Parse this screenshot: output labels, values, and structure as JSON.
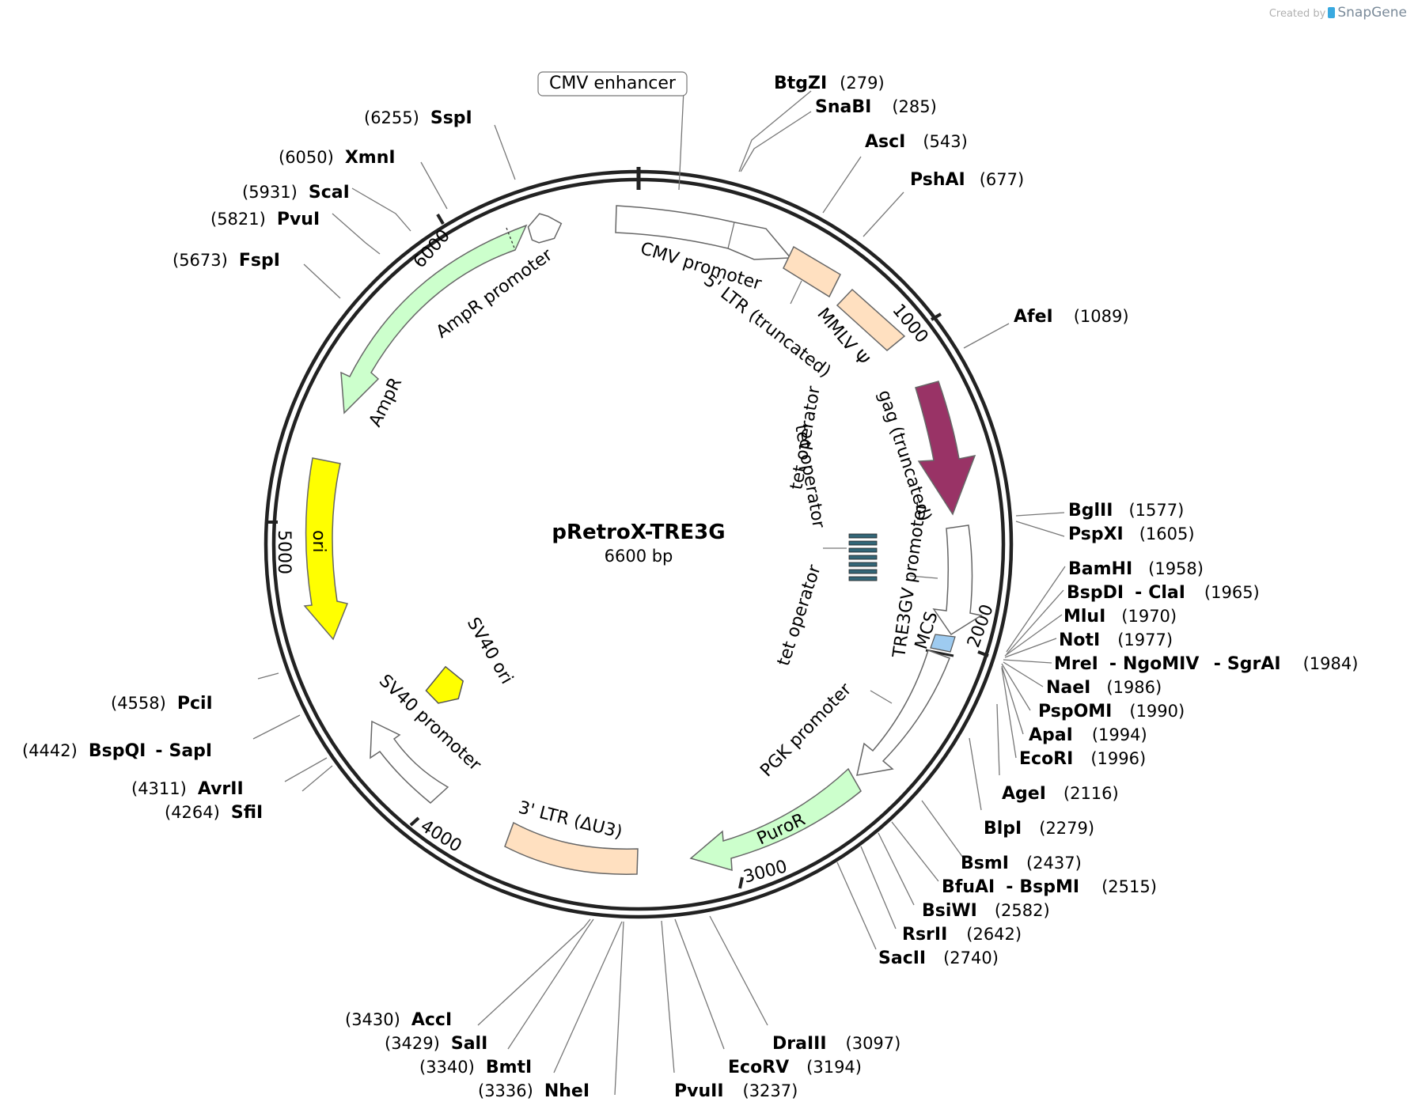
{
  "watermark": {
    "prefix": "Created by",
    "brand": "SnapGene",
    "icon": "snapgene-logo-icon"
  },
  "plasmid": {
    "name": "pRetroX-TRE3G",
    "size_label": "6600 bp",
    "length": 6600
  },
  "ticks": [
    "1000",
    "2000",
    "3000",
    "4000",
    "5000",
    "6000"
  ],
  "features": [
    {
      "label": "CMV enhancer",
      "color": "#ffffff"
    },
    {
      "label": "CMV promoter",
      "color": "#ffffff"
    },
    {
      "label": "5' LTR (truncated)",
      "color": "#ffe0c0"
    },
    {
      "label": "MMLV Ψ",
      "color": "#ffe0c0"
    },
    {
      "label": "gag (truncated)",
      "color": "#993366"
    },
    {
      "label": "tet operator",
      "color": "#336677"
    },
    {
      "label": "tet operator",
      "color": "#336677"
    },
    {
      "label": "tet operator",
      "color": "#336677"
    },
    {
      "label": "TRE3GV promoter",
      "color": "#ffffff"
    },
    {
      "label": "MCS",
      "color": "#9ecbf0"
    },
    {
      "label": "PGK promoter",
      "color": "#ffffff"
    },
    {
      "label": "PuroR",
      "color": "#ccffcc"
    },
    {
      "label": "3' LTR (ΔU3)",
      "color": "#ffe0c0"
    },
    {
      "label": "SV40 promoter",
      "color": "#ffffff"
    },
    {
      "label": "SV40 ori",
      "color": "#ffff00"
    },
    {
      "label": "ori",
      "color": "#ffff00"
    },
    {
      "label": "AmpR",
      "color": "#ccffcc"
    },
    {
      "label": "AmpR promoter",
      "color": "#ccffcc"
    }
  ],
  "sites": [
    {
      "name": "BtgZI",
      "pos": "(279)"
    },
    {
      "name": "SnaBI",
      "pos": "(285)"
    },
    {
      "name": "AscI",
      "pos": "(543)"
    },
    {
      "name": "PshAI",
      "pos": "(677)"
    },
    {
      "name": "AfeI",
      "pos": "(1089)"
    },
    {
      "name": "BglII",
      "pos": "(1577)"
    },
    {
      "name": "PspXI",
      "pos": "(1605)"
    },
    {
      "name": "BamHI",
      "pos": "(1958)"
    },
    {
      "name": "BspDI",
      "sep": "-",
      "name2": "ClaI",
      "pos": "(1965)"
    },
    {
      "name": "MluI",
      "pos": "(1970)"
    },
    {
      "name": "NotI",
      "pos": "(1977)"
    },
    {
      "name": "MreI",
      "sep": "-",
      "name2": "NgoMIV",
      "sep2": "-",
      "name3": "SgrAI",
      "pos": "(1984)"
    },
    {
      "name": "NaeI",
      "pos": "(1986)"
    },
    {
      "name": "PspOMI",
      "pos": "(1990)"
    },
    {
      "name": "ApaI",
      "pos": "(1994)"
    },
    {
      "name": "EcoRI",
      "pos": "(1996)"
    },
    {
      "name": "AgeI",
      "pos": "(2116)"
    },
    {
      "name": "BlpI",
      "pos": "(2279)"
    },
    {
      "name": "BsmI",
      "pos": "(2437)"
    },
    {
      "name": "BfuAI",
      "sep": "-",
      "name2": "BspMI",
      "pos": "(2515)"
    },
    {
      "name": "BsiWI",
      "pos": "(2582)"
    },
    {
      "name": "RsrII",
      "pos": "(2642)"
    },
    {
      "name": "SacII",
      "pos": "(2740)"
    },
    {
      "name": "DraIII",
      "pos": "(3097)"
    },
    {
      "name": "EcoRV",
      "pos": "(3194)"
    },
    {
      "name": "PvuII",
      "pos": "(3237)"
    },
    {
      "name": "NheI",
      "pos": "(3336)"
    },
    {
      "name": "BmtI",
      "pos": "(3340)"
    },
    {
      "name": "SalI",
      "pos": "(3429)"
    },
    {
      "name": "AccI",
      "pos": "(3430)"
    },
    {
      "name": "SfiI",
      "pos": "(4264)"
    },
    {
      "name": "AvrII",
      "pos": "(4311)"
    },
    {
      "name": "BspQI",
      "sep": "-",
      "name2": "SapI",
      "pos": "(4442)"
    },
    {
      "name": "PciI",
      "pos": "(4558)"
    },
    {
      "name": "FspI",
      "pos": "(5673)"
    },
    {
      "name": "PvuI",
      "pos": "(5821)"
    },
    {
      "name": "ScaI",
      "pos": "(5931)"
    },
    {
      "name": "XmnI",
      "pos": "(6050)"
    },
    {
      "name": "SspI",
      "pos": "(6255)"
    }
  ]
}
